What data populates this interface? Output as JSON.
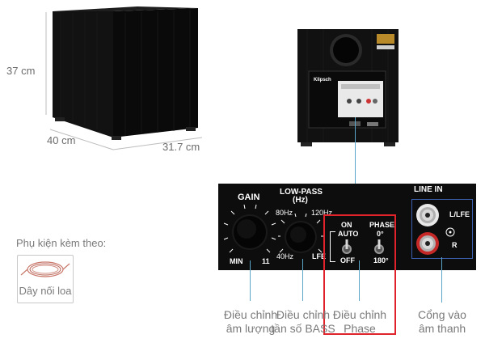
{
  "dimensions": {
    "height": "37 cm",
    "depth": "40 cm",
    "width": "31.7 cm"
  },
  "rear_panel": {
    "brand": "Klipsch"
  },
  "control_panel": {
    "gain": {
      "title": "GAIN",
      "min": "MIN",
      "max": "11"
    },
    "lowpass": {
      "title_line1": "LOW-PASS",
      "title_line2": "(Hz)",
      "low": "80Hz",
      "high": "120Hz",
      "min": "40Hz",
      "max": "LFE"
    },
    "switch": {
      "on": "ON",
      "auto": "AUTO",
      "off": "OFF"
    },
    "phase": {
      "title": "PHASE",
      "zero": "0°",
      "one_eighty": "180°"
    },
    "line_in": {
      "title": "LINE IN",
      "left": "L/LFE",
      "right": "R"
    }
  },
  "accessories": {
    "title": "Phụ kiện kèm theo:",
    "item": "Dây nối loa"
  },
  "captions": {
    "gain_line1": "Điều chỉnh",
    "gain_line2": "âm lượng",
    "bass_line1": "Điều chỉnh",
    "bass_line2": "tần số BASS",
    "phase_line1": "Điều chỉnh",
    "phase_line2": "Phase",
    "input_line1": "Cổng vào",
    "input_line2": "âm thanh"
  },
  "colors": {
    "highlight": "#e0232a",
    "connector": "#5aa6c8",
    "panel": "#0d0d0d"
  }
}
